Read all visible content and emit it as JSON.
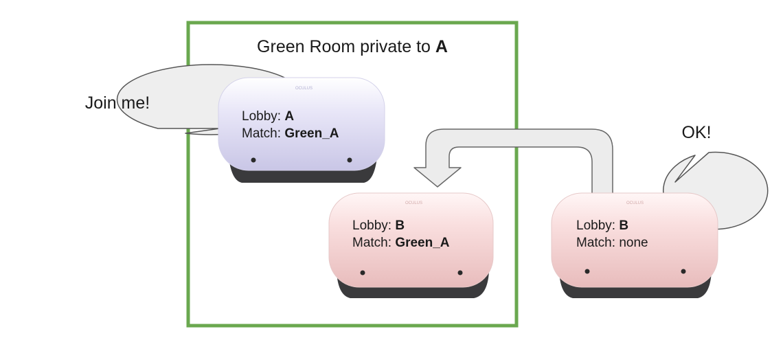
{
  "room": {
    "title_prefix": "Green Room private to ",
    "title_owner": "A",
    "border_color": "#6aa84f"
  },
  "bubbles": {
    "left": {
      "text": "Join me!"
    },
    "right": {
      "text": "OK!"
    }
  },
  "headsets": {
    "a": {
      "color": "#e8e6f7",
      "lobby_label": "Lobby: ",
      "lobby_value": "A",
      "match_label": "Match: ",
      "match_value": "Green_A"
    },
    "b_in_room": {
      "color": "#f7dcdc",
      "lobby_label": "Lobby: ",
      "lobby_value": "B",
      "match_label": "Match: ",
      "match_value": "Green_A"
    },
    "b_outside": {
      "color": "#f7dcdc",
      "lobby_label": "Lobby: ",
      "lobby_value": "B",
      "match_label": "Match: ",
      "match_value": "none"
    }
  },
  "arrow": {
    "fill": "#ececec",
    "stroke": "#666666",
    "direction": "right-to-left"
  },
  "icons": [
    "speech-bubble-icon",
    "vr-headset-icon",
    "curved-arrow-icon"
  ]
}
